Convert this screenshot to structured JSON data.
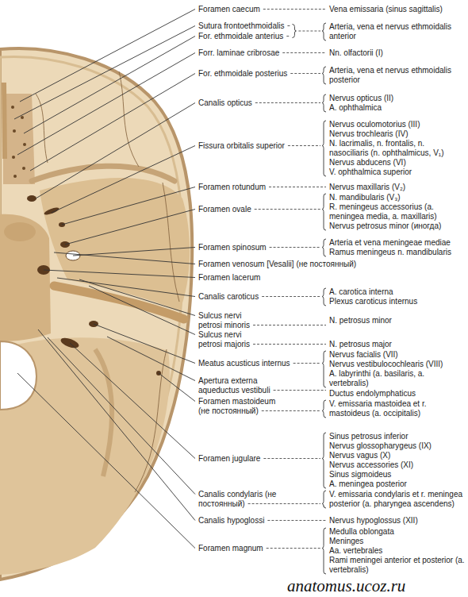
{
  "diagram": {
    "labels": [
      "Foramen caecum",
      "Vena emissaria (sinus sagittalis)",
      "Sutura frontoethmoidalis",
      "For. ethmoidale anterius",
      "Arteria, vena et nervus ethmoidalis anterior",
      "Forr. laminae cribrosae",
      "Nn. olfactorii (I)",
      "For. ethmoidale posterius",
      "Arteria, vena et nervus ethmoidalis posterior",
      "Canalis opticus",
      "Nervus opticus (II)",
      "A. ophthalmica",
      "Fissura orbitalis superior",
      "Nervus oculomotorius (III)",
      "Nervus trochlearis (IV)",
      "N. lacrimalis, n. frontalis, n. nasociliaris (n. ophthalmicus, V₁)",
      "Nervus abducens (VI)",
      "V. ophthalmica superior",
      "Foramen rotundum",
      "Nervus maxillaris (V₂)",
      "Foramen ovale",
      "N. mandibularis (V₃)",
      "R. meningeus accessorius (a. meningea media, a. maxillaris)",
      "Nervus petrosus minor (иногда)",
      "Foramen spinosum",
      "Arteria et vena meningeae mediae",
      "Ramus meningeus n. mandibularis",
      "Foramen venosum [Vesalii] (не постоянный)",
      "Foramen lacerum",
      "Canalis caroticus",
      "A. carotica interna",
      "Plexus caroticus internus",
      "Sulcus nervi petrosi minoris",
      "N. petrosus minor",
      "Sulcus nervi petrosi majoris",
      "N. petrosus major",
      "Meatus acusticus internus",
      "Nervus facialis (VII)",
      "Nervus vestibulocochlearis (VIII)",
      "A. labyrinthi (a. basilaris, a. vertebralis)",
      "Apertura externa aqueductus vestibuli",
      "Ductus endolymphaticus",
      "Foramen mastoideum (не постоянный)",
      "V. emissaria mastoidea et r. mastoideus (a. occipitalis)",
      "Foramen jugulare",
      "Sinus petrosus inferior",
      "Nervus glossopharygeus (IX)",
      "Nervus vagus (X)",
      "Nervus accessories (XI)",
      "Sinus sigmoideus",
      "A. meningea posterior",
      "Canalis condylaris (не постоянный)",
      "V. emissaria condylaris et r. meningea posterior (a. pharyngea ascendens)",
      "Canalis hypoglossi",
      "Nervus hypoglossus (XII)",
      "Foramen magnum",
      "Medulla oblongata",
      "Meninges",
      "Aa. vertebrales",
      "Rami meningei anterior et posterior (a. vertebralis)",
      "anatomus.ucoz.ru"
    ]
  }
}
